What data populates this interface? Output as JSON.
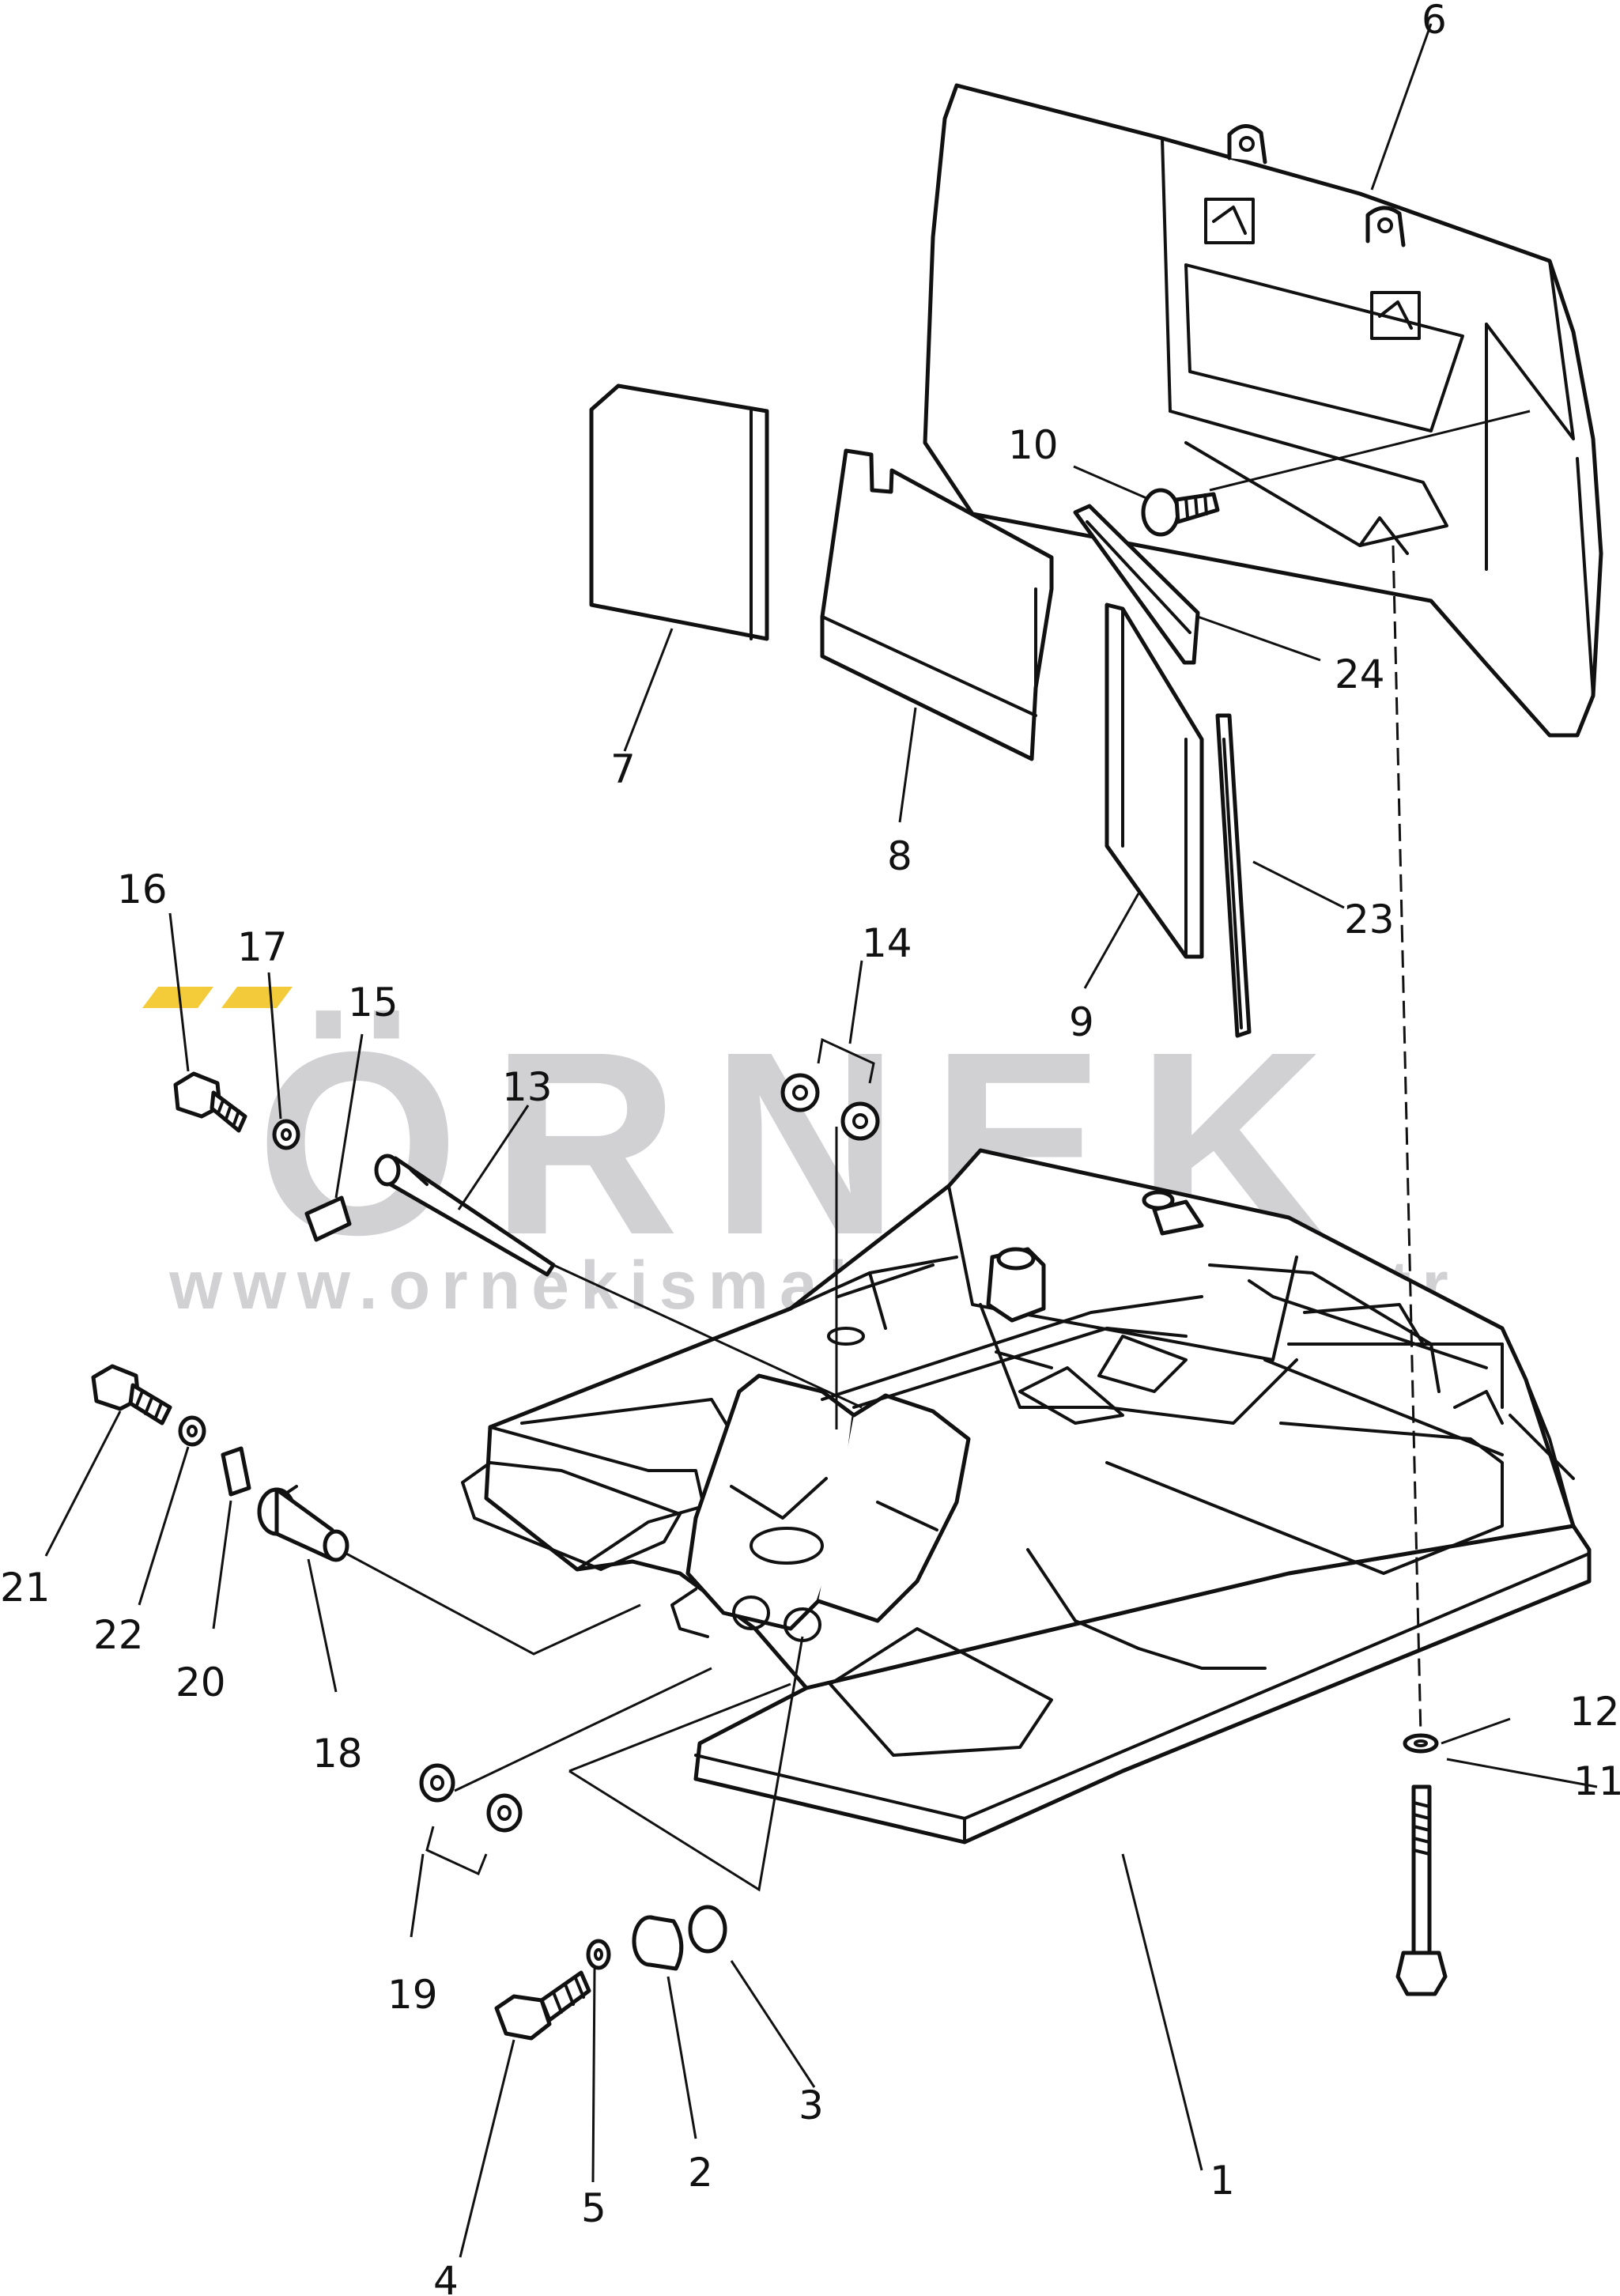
{
  "diagram": {
    "callouts": [
      "1",
      "2",
      "3",
      "4",
      "5",
      "6",
      "7",
      "8",
      "9",
      "10",
      "11",
      "12",
      "13",
      "14",
      "15",
      "16",
      "17",
      "18",
      "19",
      "20",
      "21",
      "22",
      "23",
      "24"
    ]
  },
  "watermark": {
    "word": "ÖRNEK",
    "url": "www.ornekismakinalari.com.tr",
    "text_color": "#C9C8CC",
    "accent_color": "#F2C318"
  }
}
